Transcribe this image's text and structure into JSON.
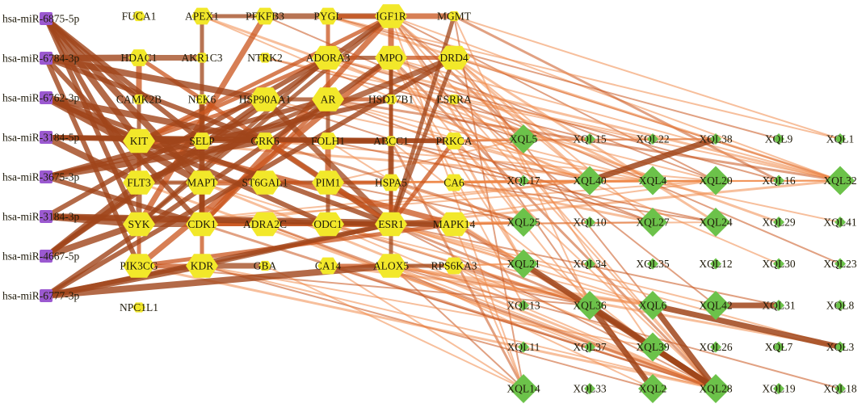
{
  "colors": {
    "mirna": "#9b59d0",
    "target": "#f2e82a",
    "compound": "#6cc24a",
    "edge_dark": "#a0451a",
    "edge_mid": "#c9541c",
    "edge_light": "#f08b4a"
  },
  "mirna_nodes": [
    "hsa-miR-6875-5p",
    "hsa-miR-6784-3p",
    "hsa-miR-6762-3p",
    "hsa-miR-3184-5p",
    "hsa-miR-3675-3p",
    "hsa-miR-3184-3p",
    "hsa-miR-4667-5p",
    "hsa-miR-6777-3p"
  ],
  "target_rows": [
    [
      "FUCA1",
      "APEX1",
      "PFKFB3",
      "PYGL",
      "IGF1R",
      "MGMT"
    ],
    [
      "HDAC1",
      "AKR1C3",
      "NTRK2",
      "ADORA3",
      "MPO",
      "DRD4"
    ],
    [
      "CAMK2B",
      "NEK6",
      "HSP90AA1",
      "AR",
      "HSD17B1",
      "ESRRA"
    ],
    [
      "KIT",
      "SELP",
      "GRK6",
      "FOLH1",
      "ABCC1",
      "PRKCA"
    ],
    [
      "FLT3",
      "MAPT",
      "ST6GAL1",
      "PIM1",
      "HSPA5",
      "CA6"
    ],
    [
      "SYK",
      "CDK1",
      "ADRA2C",
      "ODC1",
      "ESR1",
      "MAPK14"
    ],
    [
      "PIK3CG",
      "KDR",
      "GBA",
      "CA14",
      "ALOX5",
      "RPS6KA3"
    ],
    [
      "NPC1L1"
    ]
  ],
  "compound_rows": [
    [
      "XQL5",
      "XQL15",
      "XQL22",
      "XQL38",
      "XQL9",
      "XQL1"
    ],
    [
      "XQL17",
      "XQL40",
      "XQL4",
      "XQL20",
      "XQL16",
      "XQL32"
    ],
    [
      "XQL25",
      "XQL10",
      "XQL27",
      "XQL24",
      "XQL29",
      "XQL41"
    ],
    [
      "XQL21",
      "XQL34",
      "XQL35",
      "XQL12",
      "XQL30",
      "XQL23"
    ],
    [
      "XQL13",
      "XQL36",
      "XQL6",
      "XQL42",
      "XQL31",
      "XQL8"
    ],
    [
      "XQL11",
      "XQL37",
      "XQL39",
      "XQL26",
      "XQL7",
      "XQL3"
    ],
    [
      "XQL14",
      "XQL33",
      "XQL2",
      "XQL28",
      "XQL19",
      "XQL18"
    ]
  ],
  "node_size": {
    "FUCA1": 1,
    "APEX1": 2,
    "PFKFB3": 2,
    "PYGL": 2,
    "IGF1R": 3,
    "MGMT": 1,
    "HDAC1": 2,
    "AKR1C3": 1,
    "NTRK2": 1,
    "ADORA3": 3,
    "MPO": 3,
    "DRD4": 3,
    "CAMK2B": 1,
    "NEK6": 1,
    "HSP90AA1": 3,
    "AR": 3,
    "HSD17B1": 1,
    "ESRRA": 1,
    "KIT": 3,
    "SELP": 2,
    "GRK6": 2,
    "FOLH1": 2,
    "ABCC1": 1,
    "PRKCA": 2,
    "FLT3": 3,
    "MAPT": 3,
    "ST6GAL1": 3,
    "PIM1": 3,
    "HSPA5": 2,
    "CA6": 2,
    "SYK": 3,
    "CDK1": 3,
    "ADRA2C": 3,
    "ODC1": 3,
    "ESR1": 3,
    "MAPK14": 3,
    "PIK3CG": 3,
    "KDR": 3,
    "GBA": 1,
    "CA14": 2,
    "ALOX5": 3,
    "RPS6KA3": 2,
    "NPC1L1": 1,
    "XQL5": 3,
    "XQL15": 1,
    "XQL22": 1,
    "XQL38": 1,
    "XQL9": 1,
    "XQL1": 1,
    "XQL17": 1,
    "XQL40": 3,
    "XQL4": 3,
    "XQL20": 3,
    "XQL16": 1,
    "XQL32": 3,
    "XQL25": 3,
    "XQL10": 1,
    "XQL27": 3,
    "XQL24": 3,
    "XQL29": 1,
    "XQL41": 1,
    "XQL21": 3,
    "XQL34": 1,
    "XQL35": 1,
    "XQL12": 1,
    "XQL30": 1,
    "XQL23": 1,
    "XQL13": 1,
    "XQL36": 3,
    "XQL6": 3,
    "XQL42": 3,
    "XQL31": 1,
    "XQL8": 1,
    "XQL11": 1,
    "XQL37": 1,
    "XQL39": 3,
    "XQL26": 1,
    "XQL7": 1,
    "XQL3": 1,
    "XQL14": 3,
    "XQL33": 1,
    "XQL2": 3,
    "XQL28": 3,
    "XQL19": 1,
    "XQL18": 1
  },
  "mirna_target_edges": [
    [
      "hsa-miR-6875-5p",
      "KIT"
    ],
    [
      "hsa-miR-6875-5p",
      "SYK"
    ],
    [
      "hsa-miR-6875-5p",
      "CAMK2B"
    ],
    [
      "hsa-miR-6875-5p",
      "MAPT"
    ],
    [
      "hsa-miR-6875-5p",
      "SELP"
    ],
    [
      "hsa-miR-6875-5p",
      "FLT3"
    ],
    [
      "hsa-miR-6784-3p",
      "HSP90AA1"
    ],
    [
      "hsa-miR-6784-3p",
      "PIK3CG"
    ],
    [
      "hsa-miR-6784-3p",
      "CDK1"
    ],
    [
      "hsa-miR-6784-3p",
      "HDAC1"
    ],
    [
      "hsa-miR-6784-3p",
      "GRK6"
    ],
    [
      "hsa-miR-6762-3p",
      "ESR1"
    ],
    [
      "hsa-miR-6762-3p",
      "GRK6"
    ],
    [
      "hsa-miR-6762-3p",
      "KIT"
    ],
    [
      "hsa-miR-6762-3p",
      "ODC1"
    ],
    [
      "hsa-miR-6762-3p",
      "MAPT"
    ],
    [
      "hsa-miR-3184-5p",
      "ABCC1"
    ],
    [
      "hsa-miR-3184-5p",
      "SELP"
    ],
    [
      "hsa-miR-3184-5p",
      "FLT3"
    ],
    [
      "hsa-miR-3184-5p",
      "PRKCA"
    ],
    [
      "hsa-miR-3675-3p",
      "CDK1"
    ],
    [
      "hsa-miR-3675-3p",
      "GRK6"
    ],
    [
      "hsa-miR-3675-3p",
      "AR"
    ],
    [
      "hsa-miR-3675-3p",
      "HSD17B1"
    ],
    [
      "hsa-miR-3184-3p",
      "SYK"
    ],
    [
      "hsa-miR-3184-3p",
      "ESR1"
    ],
    [
      "hsa-miR-3184-3p",
      "ADORA3"
    ],
    [
      "hsa-miR-3184-3p",
      "MAPK14"
    ],
    [
      "hsa-miR-4667-5p",
      "IGF1R"
    ],
    [
      "hsa-miR-4667-5p",
      "FLT3"
    ],
    [
      "hsa-miR-4667-5p",
      "SYK"
    ],
    [
      "hsa-miR-4667-5p",
      "HSP90AA1"
    ],
    [
      "hsa-miR-6777-3p",
      "MPO"
    ],
    [
      "hsa-miR-6777-3p",
      "KDR"
    ],
    [
      "hsa-miR-6777-3p",
      "DRD4"
    ],
    [
      "hsa-miR-6777-3p",
      "ESR1"
    ],
    [
      "hsa-miR-6777-3p",
      "ALOX5"
    ]
  ],
  "target_target_edges": [
    [
      "PFKFB3",
      "IGF1R"
    ],
    [
      "PYGL",
      "IGF1R"
    ],
    [
      "APEX1",
      "PFKFB3"
    ],
    [
      "IGF1R",
      "MGMT"
    ],
    [
      "ADORA3",
      "MPO"
    ],
    [
      "MPO",
      "DRD4"
    ],
    [
      "HDAC1",
      "AKR1C3"
    ],
    [
      "AR",
      "HSD17B1"
    ],
    [
      "HSP90AA1",
      "AR"
    ],
    [
      "KIT",
      "SELP"
    ],
    [
      "SELP",
      "GRK6"
    ],
    [
      "GRK6",
      "FOLH1"
    ],
    [
      "FOLH1",
      "ABCC1"
    ],
    [
      "ABCC1",
      "PRKCA"
    ],
    [
      "FLT3",
      "MAPT"
    ],
    [
      "MAPT",
      "ST6GAL1"
    ],
    [
      "ST6GAL1",
      "PIM1"
    ],
    [
      "PIM1",
      "HSPA5"
    ],
    [
      "SYK",
      "CDK1"
    ],
    [
      "CDK1",
      "ADRA2C"
    ],
    [
      "ADRA2C",
      "ODC1"
    ],
    [
      "ODC1",
      "ESR1"
    ],
    [
      "ESR1",
      "MAPK14"
    ],
    [
      "PIK3CG",
      "KDR"
    ],
    [
      "KDR",
      "GBA"
    ],
    [
      "CA14",
      "ALOX5"
    ],
    [
      "ALOX5",
      "RPS6KA3"
    ],
    [
      "IGF1R",
      "MPO"
    ],
    [
      "MPO",
      "HSD17B1"
    ],
    [
      "HSD17B1",
      "ABCC1"
    ],
    [
      "ABCC1",
      "HSPA5"
    ],
    [
      "HSPA5",
      "ESR1"
    ],
    [
      "ESR1",
      "ALOX5"
    ],
    [
      "HDAC1",
      "CAMK2B"
    ],
    [
      "CAMK2B",
      "KIT"
    ],
    [
      "KIT",
      "FLT3"
    ],
    [
      "FLT3",
      "SYK"
    ],
    [
      "SYK",
      "PIK3CG"
    ],
    [
      "AR",
      "FOLH1"
    ],
    [
      "FOLH1",
      "PIM1"
    ],
    [
      "PIM1",
      "ODC1"
    ],
    [
      "CDK1",
      "KDR"
    ],
    [
      "MAPT",
      "CDK1"
    ],
    [
      "IGF1R",
      "KIT"
    ],
    [
      "IGF1R",
      "SYK"
    ],
    [
      "IGF1R",
      "CDK1"
    ],
    [
      "MPO",
      "ESR1"
    ],
    [
      "AR",
      "CDK1"
    ],
    [
      "HSP90AA1",
      "ESR1"
    ],
    [
      "PRKCA",
      "ESR1"
    ],
    [
      "DRD4",
      "ESR1"
    ],
    [
      "MAPK14",
      "KIT"
    ],
    [
      "ADORA3",
      "SYK"
    ],
    [
      "PYGL",
      "AR"
    ],
    [
      "GRK6",
      "ESR1"
    ],
    [
      "HDAC1",
      "ESR1"
    ],
    [
      "MGMT",
      "ESR1"
    ],
    [
      "PFKFB3",
      "SYK"
    ],
    [
      "AR",
      "FLT3"
    ],
    [
      "CDK1",
      "ESR1"
    ],
    [
      "NEK6",
      "CDK1"
    ],
    [
      "HSP90AA1",
      "KIT"
    ],
    [
      "KDR",
      "ESR1"
    ],
    [
      "PIK3CG",
      "MPO"
    ],
    [
      "APEX1",
      "CDK1"
    ],
    [
      "ADORA3",
      "KIT"
    ],
    [
      "DRD4",
      "FLT3"
    ],
    [
      "MAPK14",
      "PIK3CG"
    ]
  ],
  "target_compound_edges": [
    [
      "IGF1R",
      "XQL5"
    ],
    [
      "IGF1R",
      "XQL40"
    ],
    [
      "IGF1R",
      "XQL32"
    ],
    [
      "IGF1R",
      "XQL20"
    ],
    [
      "IGF1R",
      "XQL25"
    ],
    [
      "IGF1R",
      "XQL14"
    ],
    [
      "IGF1R",
      "XQL2"
    ],
    [
      "IGF1R",
      "XQL28"
    ],
    [
      "MPO",
      "XQL4"
    ],
    [
      "MPO",
      "XQL20"
    ],
    [
      "MPO",
      "XQL36"
    ],
    [
      "MPO",
      "XQL21"
    ],
    [
      "MPO",
      "XQL28"
    ],
    [
      "MPO",
      "XQL13"
    ],
    [
      "MPO",
      "XQL32"
    ],
    [
      "DRD4",
      "XQL32"
    ],
    [
      "DRD4",
      "XQL40"
    ],
    [
      "DRD4",
      "XQL27"
    ],
    [
      "DRD4",
      "XQL6"
    ],
    [
      "DRD4",
      "XQL39"
    ],
    [
      "DRD4",
      "XQL24"
    ],
    [
      "MGMT",
      "XQL14"
    ],
    [
      "MGMT",
      "XQL36"
    ],
    [
      "MGMT",
      "XQL1"
    ],
    [
      "MGMT",
      "XQL16"
    ],
    [
      "ESRRA",
      "XQL32"
    ],
    [
      "ESRRA",
      "XQL28"
    ],
    [
      "ESRRA",
      "XQL42"
    ],
    [
      "PRKCA",
      "XQL5"
    ],
    [
      "PRKCA",
      "XQL40"
    ],
    [
      "PRKCA",
      "XQL38"
    ],
    [
      "PRKCA",
      "XQL28"
    ],
    [
      "PRKCA",
      "XQL21"
    ],
    [
      "ABCC1",
      "XQL40"
    ],
    [
      "ABCC1",
      "XQL17"
    ],
    [
      "ABCC1",
      "XQL39"
    ],
    [
      "ABCC1",
      "XQL14"
    ],
    [
      "HSPA5",
      "XQL32"
    ],
    [
      "HSPA5",
      "XQL25"
    ],
    [
      "HSPA5",
      "XQL36"
    ],
    [
      "CA6",
      "XQL17"
    ],
    [
      "CA6",
      "XQL4"
    ],
    [
      "CA6",
      "XQL20"
    ],
    [
      "CA6",
      "XQL32"
    ],
    [
      "CA6",
      "XQL27"
    ],
    [
      "CA6",
      "XQL24"
    ],
    [
      "ESR1",
      "XQL25"
    ],
    [
      "ESR1",
      "XQL21"
    ],
    [
      "ESR1",
      "XQL36"
    ],
    [
      "ESR1",
      "XQL6"
    ],
    [
      "ESR1",
      "XQL42"
    ],
    [
      "ESR1",
      "XQL28"
    ],
    [
      "ESR1",
      "XQL32"
    ],
    [
      "ESR1",
      "XQL20"
    ],
    [
      "ESR1",
      "XQL31"
    ],
    [
      "ESR1",
      "XQL3"
    ],
    [
      "MAPK14",
      "XQL25"
    ],
    [
      "MAPK14",
      "XQL27"
    ],
    [
      "MAPK14",
      "XQL21"
    ],
    [
      "MAPK14",
      "XQL14"
    ],
    [
      "MAPK14",
      "XQL39"
    ],
    [
      "MAPK14",
      "XQL24"
    ],
    [
      "ALOX5",
      "XQL21"
    ],
    [
      "ALOX5",
      "XQL36"
    ],
    [
      "ALOX5",
      "XQL6"
    ],
    [
      "ALOX5",
      "XQL28"
    ],
    [
      "ALOX5",
      "XQL14"
    ],
    [
      "ALOX5",
      "XQL2"
    ],
    [
      "ALOX5",
      "XQL3"
    ],
    [
      "ALOX5",
      "XQL18"
    ],
    [
      "RPS6KA3",
      "XQL21"
    ],
    [
      "RPS6KA3",
      "XQL13"
    ],
    [
      "RPS6KA3",
      "XQL36"
    ],
    [
      "RPS6KA3",
      "XQL39"
    ],
    [
      "CA14",
      "XQL14"
    ],
    [
      "CA14",
      "XQL28"
    ],
    [
      "CA14",
      "XQL6"
    ],
    [
      "KDR",
      "XQL28"
    ],
    [
      "KDR",
      "XQL2"
    ],
    [
      "KDR",
      "XQL39"
    ],
    [
      "PIK3CG",
      "XQL28"
    ],
    [
      "PIK3CG",
      "XQL36"
    ],
    [
      "CDK1",
      "XQL25"
    ],
    [
      "CDK1",
      "XQL40"
    ],
    [
      "CDK1",
      "XQL28"
    ],
    [
      "SYK",
      "XQL20"
    ],
    [
      "SYK",
      "XQL40"
    ],
    [
      "PIM1",
      "XQL40"
    ],
    [
      "PIM1",
      "XQL4"
    ],
    [
      "PIM1",
      "XQL5"
    ],
    [
      "PIM1",
      "XQL25"
    ],
    [
      "FLT3",
      "XQL32"
    ],
    [
      "FLT3",
      "XQL28"
    ],
    [
      "HSD17B1",
      "XQL5"
    ],
    [
      "HSD17B1",
      "XQL40"
    ],
    [
      "HSD17B1",
      "XQL20"
    ],
    [
      "AR",
      "XQL32"
    ],
    [
      "AR",
      "XQL4"
    ],
    [
      "AR",
      "XQL40"
    ],
    [
      "AR",
      "XQL27"
    ],
    [
      "ADORA3",
      "XQL32"
    ],
    [
      "ADORA3",
      "XQL5"
    ],
    [
      "ADORA3",
      "XQL16"
    ],
    [
      "KIT",
      "XQL38"
    ],
    [
      "KIT",
      "XQL4"
    ],
    [
      "ODC1",
      "XQL36"
    ],
    [
      "ODC1",
      "XQL6"
    ],
    [
      "ODC1",
      "XQL28"
    ],
    [
      "GRK6",
      "XQL25"
    ],
    [
      "GRK6",
      "XQL20"
    ],
    [
      "PYGL",
      "XQL1"
    ],
    [
      "PYGL",
      "XQL9"
    ],
    [
      "PYGL",
      "XQL32"
    ],
    [
      "FOLH1",
      "XQL21"
    ],
    [
      "FOLH1",
      "XQL24"
    ],
    [
      "MAPT",
      "XQL36"
    ],
    [
      "MAPT",
      "XQL28"
    ],
    [
      "HSP90AA1",
      "XQL27"
    ],
    [
      "HSP90AA1",
      "XQL41"
    ],
    [
      "ADRA2C",
      "XQL37"
    ],
    [
      "ADRA2C",
      "XQL28"
    ],
    [
      "ST6GAL1",
      "XQL20"
    ],
    [
      "GBA",
      "XQL14"
    ],
    [
      "PFKFB3",
      "XQL23"
    ],
    [
      "APEX1",
      "XQL29"
    ],
    [
      "APEX1",
      "XQL30"
    ],
    [
      "NTRK2",
      "XQL15"
    ],
    [
      "NTRK2",
      "XQL22"
    ]
  ],
  "compound_compound_edges": [
    [
      "XQL38",
      "XQL40"
    ],
    [
      "XQL6",
      "XQL3"
    ],
    [
      "XQL42",
      "XQL31"
    ],
    [
      "XQL36",
      "XQL28"
    ],
    [
      "XQL39",
      "XQL28"
    ],
    [
      "XQL21",
      "XQL28"
    ],
    [
      "XQL6",
      "XQL28"
    ],
    [
      "XQL36",
      "XQL2"
    ]
  ]
}
